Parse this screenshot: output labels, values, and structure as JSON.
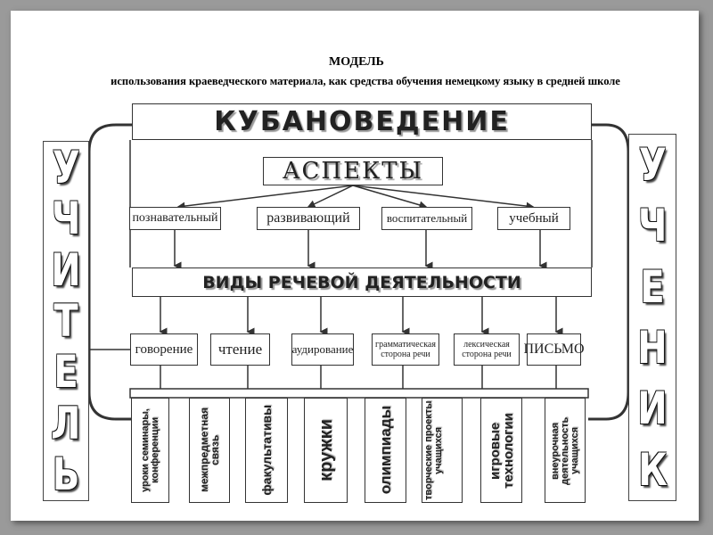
{
  "title": "МОДЕЛЬ",
  "subtitle": "использования краеведческого материала, как средства обучения немецкому языку в средней школе",
  "main": "КУБАНОВЕДЕНИЕ",
  "aspects_title": "АСПЕКТЫ",
  "aspects": [
    "познавательный",
    "развивающий",
    "воспитательный",
    "учебный"
  ],
  "activities_title": "ВИДЫ РЕЧЕВОЙ ДЕЯТЕЛЬНОСТИ",
  "activities": [
    "говорение",
    "чтение",
    "аудирование",
    "грамматическая сторона речи",
    "лексическая сторона речи",
    "ПИСЬМО"
  ],
  "forms": [
    "уроки семинары, конференции",
    "межпредметная связь",
    "факультативы",
    "кружки",
    "олимпиады",
    "творческие проекты учащихся",
    "игровые технологии",
    "внеурочная деятельность учащихся"
  ],
  "teacher_letters": [
    "У",
    "Ч",
    "И",
    "Т",
    "Е",
    "Л",
    "Ь"
  ],
  "student_letters": [
    "У",
    "Ч",
    "Е",
    "Н",
    "И",
    "К"
  ]
}
